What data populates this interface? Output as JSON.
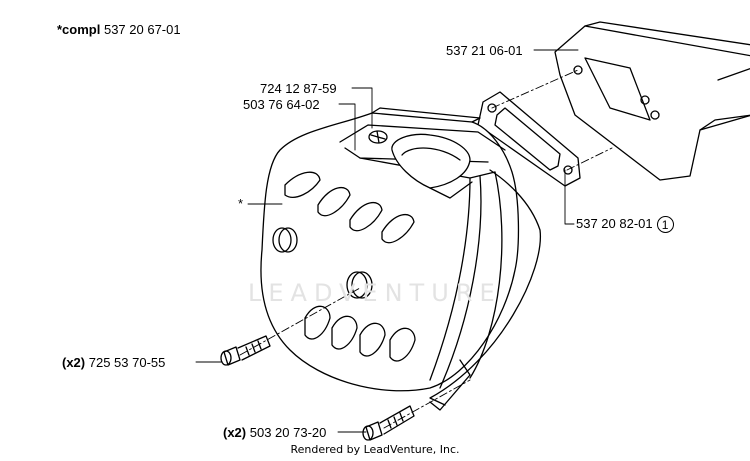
{
  "header": {
    "compl_prefix": "*compl",
    "compl_number": "537 20 67-01"
  },
  "parts": [
    {
      "id": "heat-shield",
      "label": "537 21 06-01"
    },
    {
      "id": "screw-top",
      "label": "724 12 87-59"
    },
    {
      "id": "plate-top",
      "label": "503 76 64-02"
    },
    {
      "id": "muffler",
      "label": "*"
    },
    {
      "id": "gasket",
      "label": "537 20 82-01",
      "ref": "1"
    },
    {
      "id": "bolt-long",
      "qty": "(x2)",
      "label": "725 53 70-55"
    },
    {
      "id": "bolt-short",
      "qty": "(x2)",
      "label": "503 20 73-20"
    }
  ],
  "watermark": "LEADVENTURE",
  "footer": "Rendered by LeadVenture, Inc.",
  "colors": {
    "line": "#000000",
    "watermark": "#e3e3e3",
    "background": "#ffffff"
  }
}
